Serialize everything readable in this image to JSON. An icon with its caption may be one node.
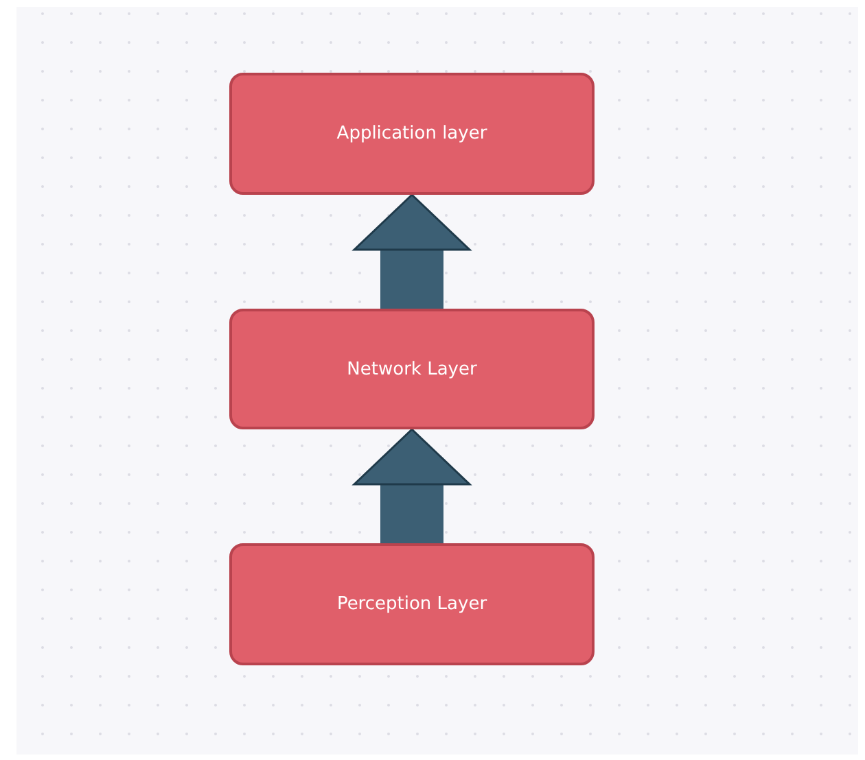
{
  "diagram": {
    "nodes": [
      {
        "text": [
          "Application layer"
        ]
      },
      {
        "text": [
          "Network Layer"
        ]
      },
      {
        "text": [
          "Perception Layer"
        ]
      }
    ],
    "edges": [
      {
        "from": 1,
        "to": 0,
        "arrow": "to"
      },
      {
        "from": 2,
        "to": 1,
        "arrow": "to"
      }
    ]
  }
}
